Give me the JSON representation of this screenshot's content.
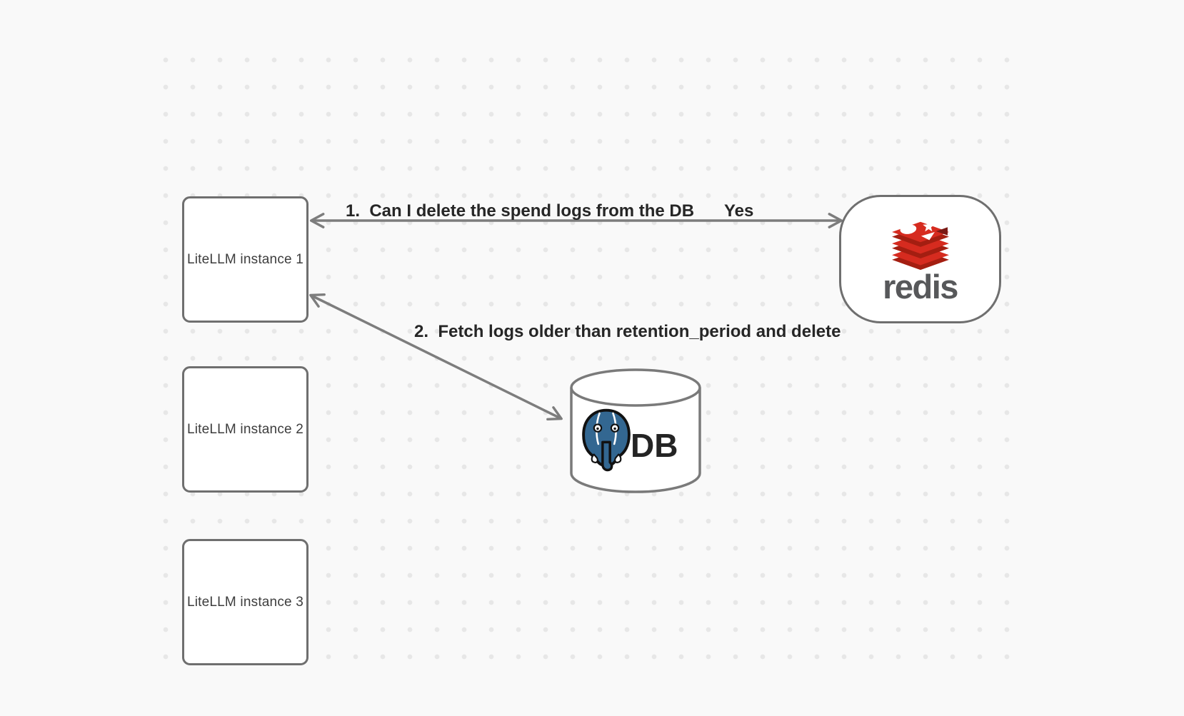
{
  "canvas": {
    "background_color": "#f9f9f9",
    "dot_grid_color": "#e7e7e7"
  },
  "nodes": {
    "litellm_instances": [
      {
        "label": "LiteLLM instance 1"
      },
      {
        "label": "LiteLLM instance 2"
      },
      {
        "label": "LiteLLM instance 3"
      }
    ],
    "redis": {
      "wordmark": "redis",
      "logo": "redis-stack-icon",
      "colors": {
        "red": "#d62b1f",
        "dark_red": "#a41e11",
        "accent_dark": "#791a15",
        "wordmark_gray": "#57585a"
      }
    },
    "db": {
      "label": "DB",
      "logo": "postgresql-elephant-icon",
      "colors": {
        "postgres_blue": "#336791"
      }
    }
  },
  "edges": [
    {
      "label": "1.  Can I delete the spend logs from the DB",
      "response": "Yes",
      "endpoints": "LiteLLM instance 1 <-> redis",
      "bidirectional": true
    },
    {
      "label": "2.  Fetch logs older than retention_period and delete",
      "endpoints": "LiteLLM instance 1 <-> DB",
      "bidirectional": true
    }
  ],
  "style": {
    "shape_stroke_color": "#6f6f6f",
    "arrow_color": "#7d7d7d",
    "label_color": "#262626"
  }
}
